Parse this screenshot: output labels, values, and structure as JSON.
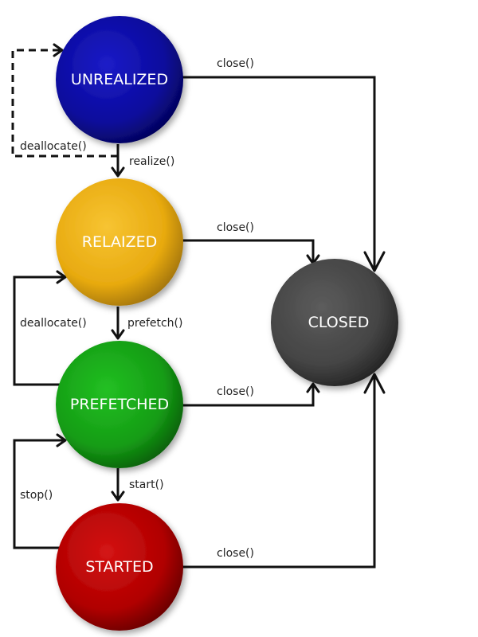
{
  "states": {
    "unrealized": {
      "label": "UNREALIZED",
      "color": "#0a0a9c"
    },
    "realized": {
      "label": "RELAIZED",
      "color": "#e8aa10"
    },
    "prefetched": {
      "label": "PREFETCHED",
      "color": "#159c15"
    },
    "started": {
      "label": "STARTED",
      "color": "#b00000"
    },
    "closed": {
      "label": "CLOSED",
      "color": "#444444"
    }
  },
  "transitions": {
    "close_unrealized": "close()",
    "close_realized": "close()",
    "close_prefetched": "close()",
    "close_started": "close()",
    "realize": "realize()",
    "deallocate_unrealized": "deallocate()",
    "prefetch": "prefetch()",
    "deallocate_prefetched": "deallocate()",
    "start": "start()",
    "stop": "stop()"
  }
}
